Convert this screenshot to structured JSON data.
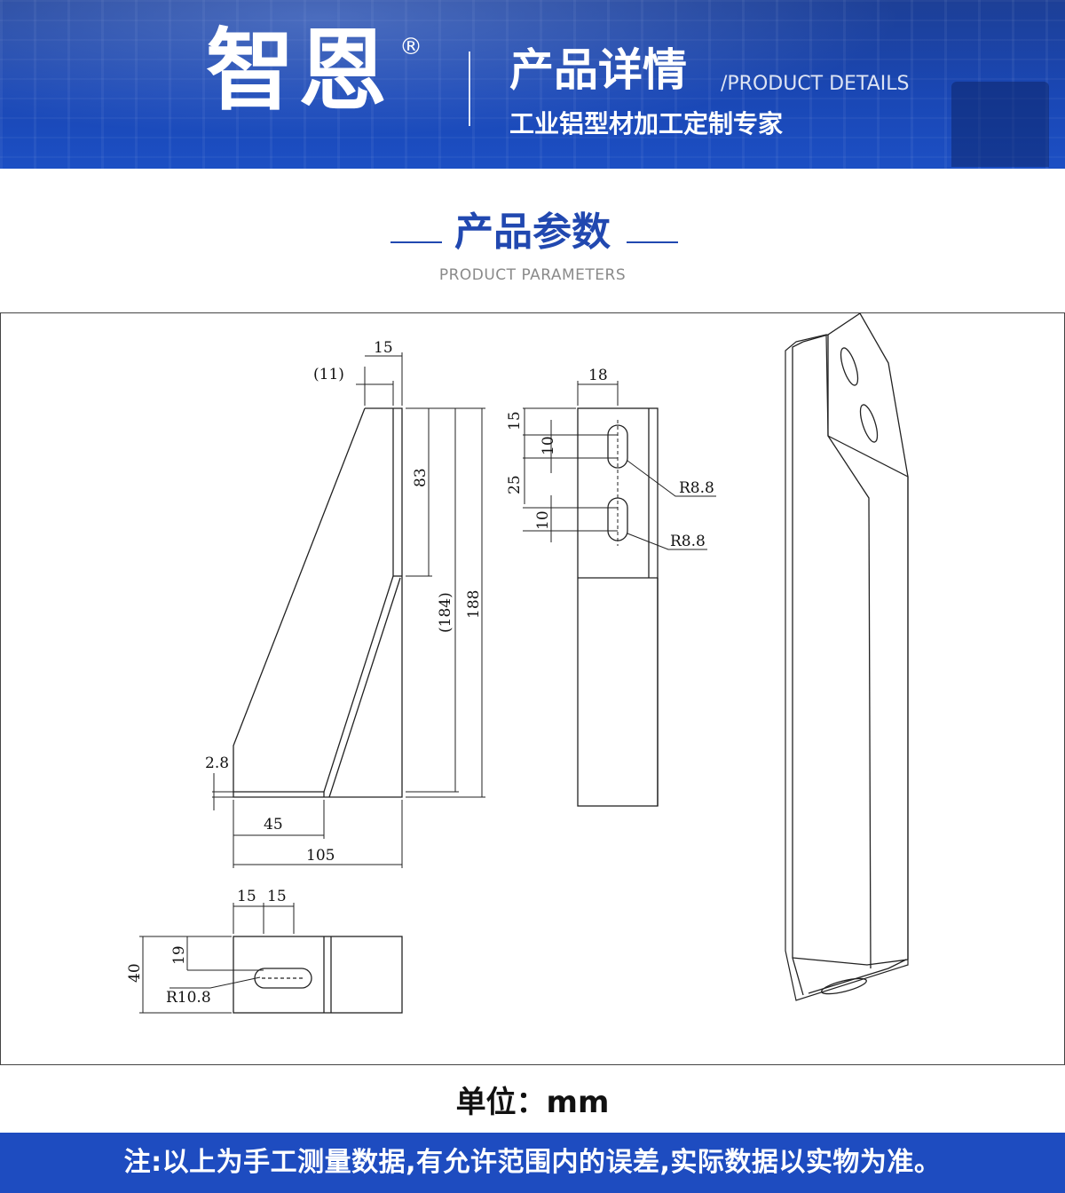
{
  "banner": {
    "brand": "智恩",
    "registered": "®",
    "title_cn": "产品详情",
    "title_en": "/PRODUCT DETAILS",
    "subtitle": "工业铝型材加工定制专家"
  },
  "section": {
    "title": "产品参数",
    "subtitle": "PRODUCT PARAMETERS"
  },
  "drawing": {
    "side_view": {
      "top_width": "15",
      "top_gap": "(11)",
      "upper_height": "83",
      "inner_height": "(184)",
      "total_height": "188",
      "base_thickness": "2.8",
      "foot_width": "45",
      "total_width": "105"
    },
    "front_view": {
      "width": "18",
      "top_offset": "15",
      "slot_1": "10",
      "slot_gap": "25",
      "slot_2": "10",
      "radius_1": "R8.8",
      "radius_2": "R8.8"
    },
    "bottom_view": {
      "offset_1": "15",
      "offset_2": "15",
      "depth": "40",
      "slot_offset": "19",
      "radius": "R10.8"
    }
  },
  "unit_label": "单位：mm",
  "note": "注:以上为手工测量数据,有允许范围内的误差,实际数据以实物为准。"
}
